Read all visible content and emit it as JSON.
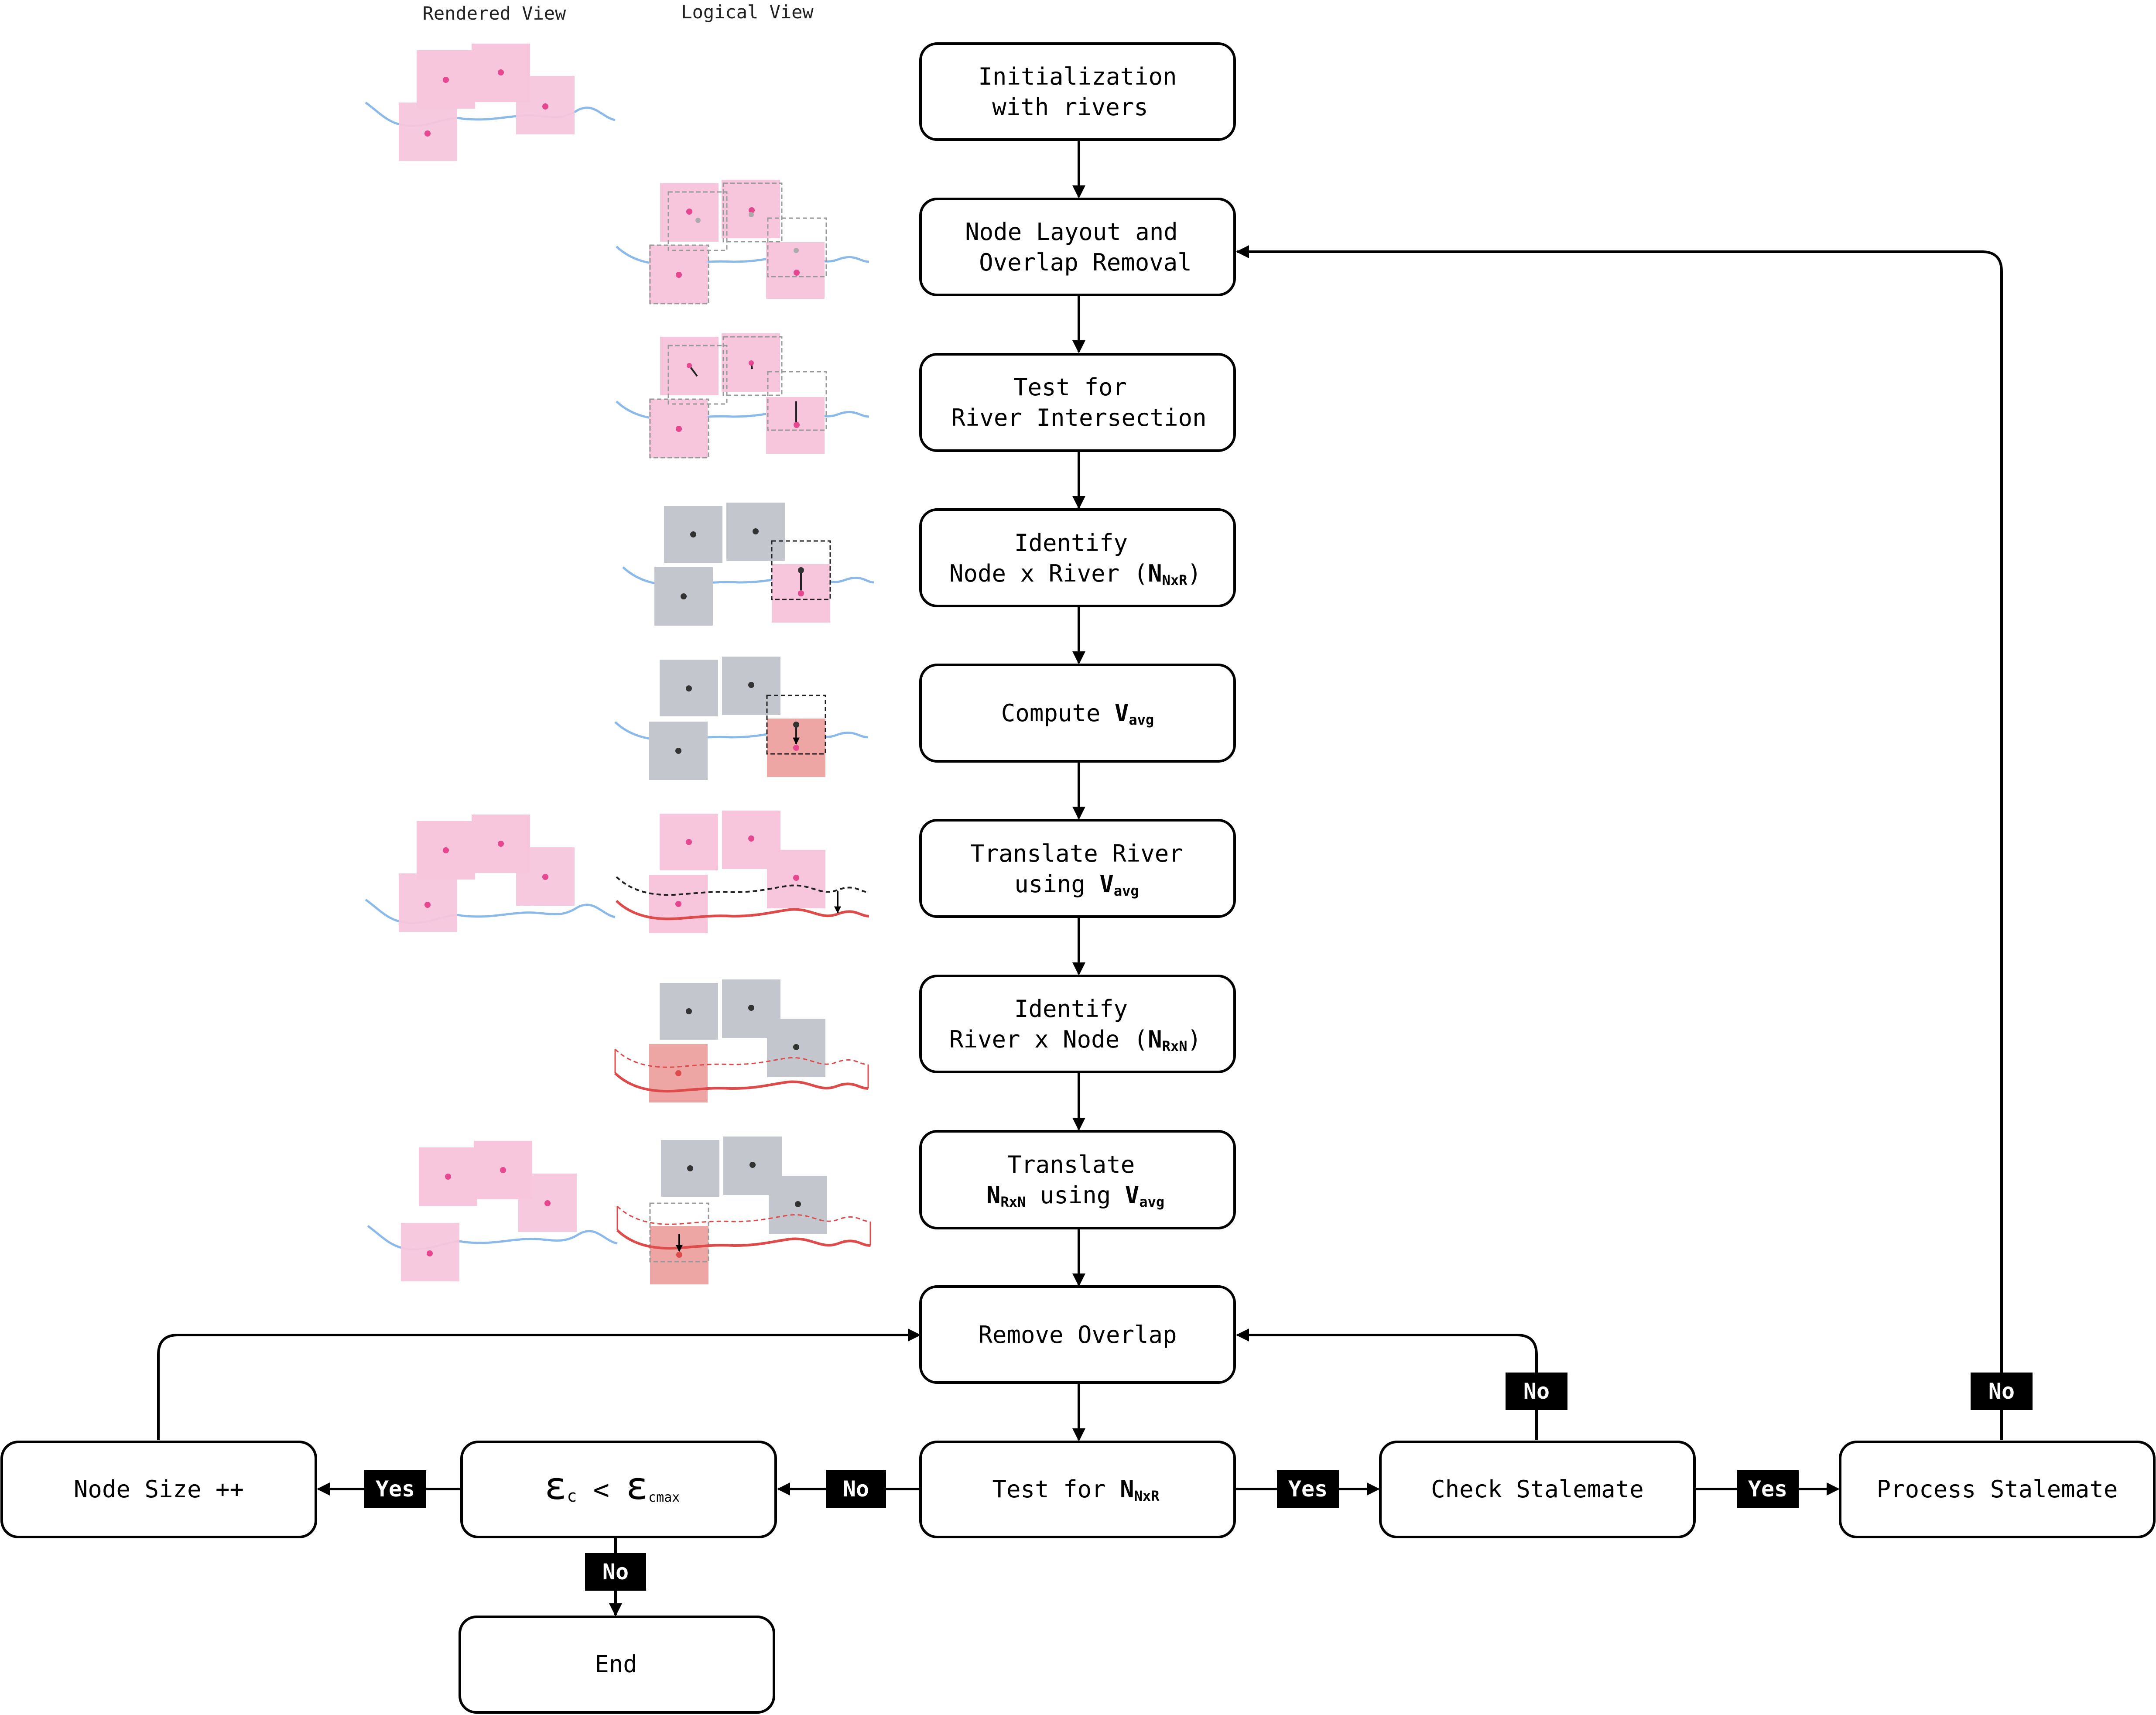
{
  "columns": {
    "rendered": "Rendered View",
    "logical": "Logical View"
  },
  "steps": {
    "init": {
      "line1": "Initialization",
      "line2": "with rivers"
    },
    "layout": {
      "line1": "Node Layout and",
      "line2": "Overlap Removal"
    },
    "test_river": {
      "line1": "Test for",
      "line2": "River Intersection"
    },
    "identify_nxr": {
      "line1": "Identify",
      "line2_prefix": "Node x River (",
      "symbol": "N",
      "subscript": "NxR",
      "suffix": ")"
    },
    "compute": {
      "prefix": "Compute ",
      "symbol": "V",
      "subscript": "avg"
    },
    "translate_river": {
      "line1": "Translate River",
      "line2_prefix": "using ",
      "symbol": "V",
      "subscript": "avg"
    },
    "identify_rxn": {
      "line1": "Identify",
      "line2_prefix": "River x Node (",
      "symbol": "N",
      "subscript": "RxN",
      "suffix": ")"
    },
    "translate_nrxn": {
      "line1": "Translate",
      "symbol": "N",
      "subscript": "RxN",
      "middle": " using ",
      "symbol2": "V",
      "subscript2": "avg"
    },
    "remove_overlap": {
      "label": "Remove Overlap"
    },
    "test_nxr": {
      "prefix": "Test for ",
      "symbol": "N",
      "subscript": "NxR"
    },
    "epsilon": {
      "symbol": "ε",
      "sub": "c",
      "op": " < ",
      "symbol2": "ε",
      "sub2": "cmax"
    },
    "node_size": {
      "label": "Node Size ++"
    },
    "check_stalemate": {
      "label": "Check Stalemate"
    },
    "process_stalemate": {
      "label": "Process Stalemate"
    },
    "end": {
      "label": "End"
    }
  },
  "decisions": {
    "test_no": "No",
    "test_yes": "Yes",
    "eps_yes": "Yes",
    "eps_no": "No",
    "stalemate_no": "No",
    "stalemate_yes": "Yes",
    "process_no": "No"
  },
  "colors": {
    "node_pink": "#f7c6dc",
    "node_pink_dark": "#f2b3d0",
    "dot_pink": "#e6478f",
    "river_blue": "#8ab9ea",
    "river_red": "#dd4b4b",
    "node_gray": "#c3c6cc",
    "node_salmon": "#eea6a4",
    "dot_dark": "#333333"
  }
}
